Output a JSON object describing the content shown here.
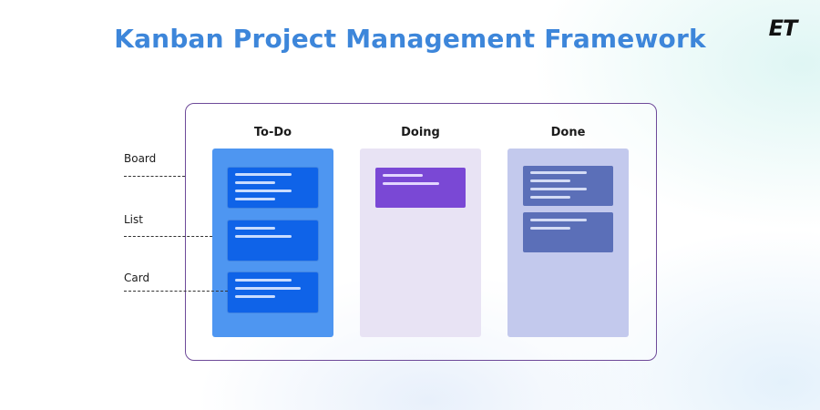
{
  "title": "Kanban Project Management Framework",
  "logo_text": "ET",
  "columns": [
    {
      "name": "To-Do"
    },
    {
      "name": "Doing"
    },
    {
      "name": "Done"
    }
  ],
  "labels": {
    "board": "Board",
    "list": "List",
    "card": "Card"
  },
  "colors": {
    "title": "#3d86da",
    "board_border": "#6e4a99",
    "todo_list": "#4e96f1",
    "todo_card": "#0f63e8",
    "doing_list": "#e8e3f4",
    "doing_card": "#7a48d5",
    "done_list": "#c3c9ed",
    "done_card": "#5b6fb8"
  }
}
